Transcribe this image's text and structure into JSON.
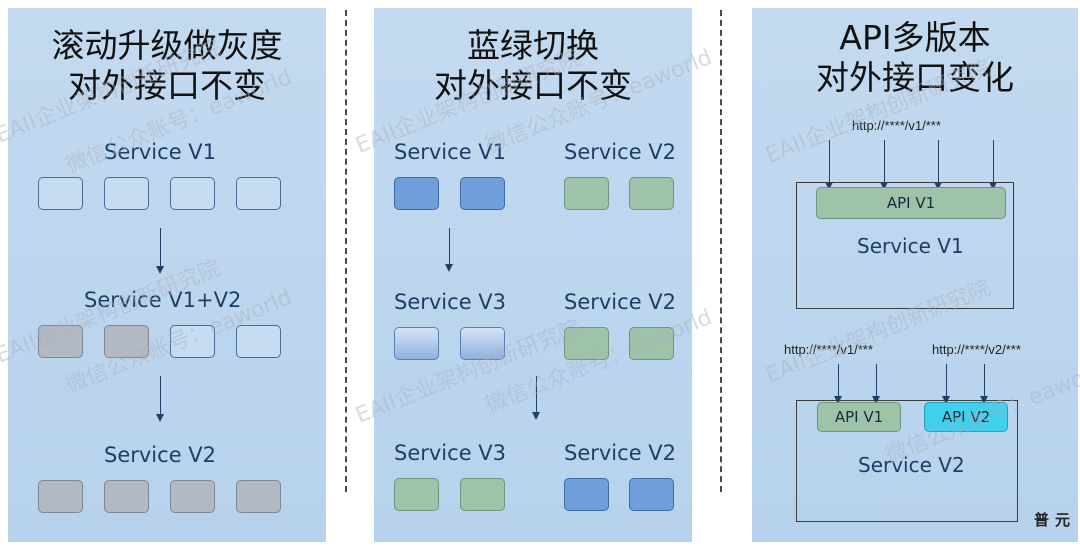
{
  "rolling": {
    "title_line1": "滚动升级做灰度",
    "title_line2": "对外接口不变",
    "stage1_label": "Service  V1",
    "stage2_label": "Service  V1+V2",
    "stage3_label": "Service  V2"
  },
  "bluegreen": {
    "title_line1": "蓝绿切换",
    "title_line2": "对外接口不变",
    "row1_left": "Service  V1",
    "row1_right": "Service  V2",
    "row2_left": "Service  V3",
    "row2_right": "Service  V2",
    "row3_left": "Service  V3",
    "row3_right": "Service  V2"
  },
  "api": {
    "title_line1": "API多版本",
    "title_line2": "对外接口变化",
    "top_url": "http://****/v1/***",
    "top_api": "API V1",
    "top_service": "Service V1",
    "bottom_url_v1": "http://****/v1/***",
    "bottom_url_v2": "http://****/v2/***",
    "bottom_api_v1": "API V1",
    "bottom_api_v2": "API V2",
    "bottom_service": "Service V2"
  },
  "watermark": {
    "line_a": "EAII企业架构创新研究院",
    "line_b": "微信公众账号：eaworld"
  },
  "corner_text": "普元",
  "colors": {
    "panel_bg": "#bdd6ee",
    "box_gray": "#b3b9c3",
    "box_blue": "#6f9fda",
    "box_green": "#9fc3a8",
    "api_v2_cyan": "#3fd0ee"
  }
}
